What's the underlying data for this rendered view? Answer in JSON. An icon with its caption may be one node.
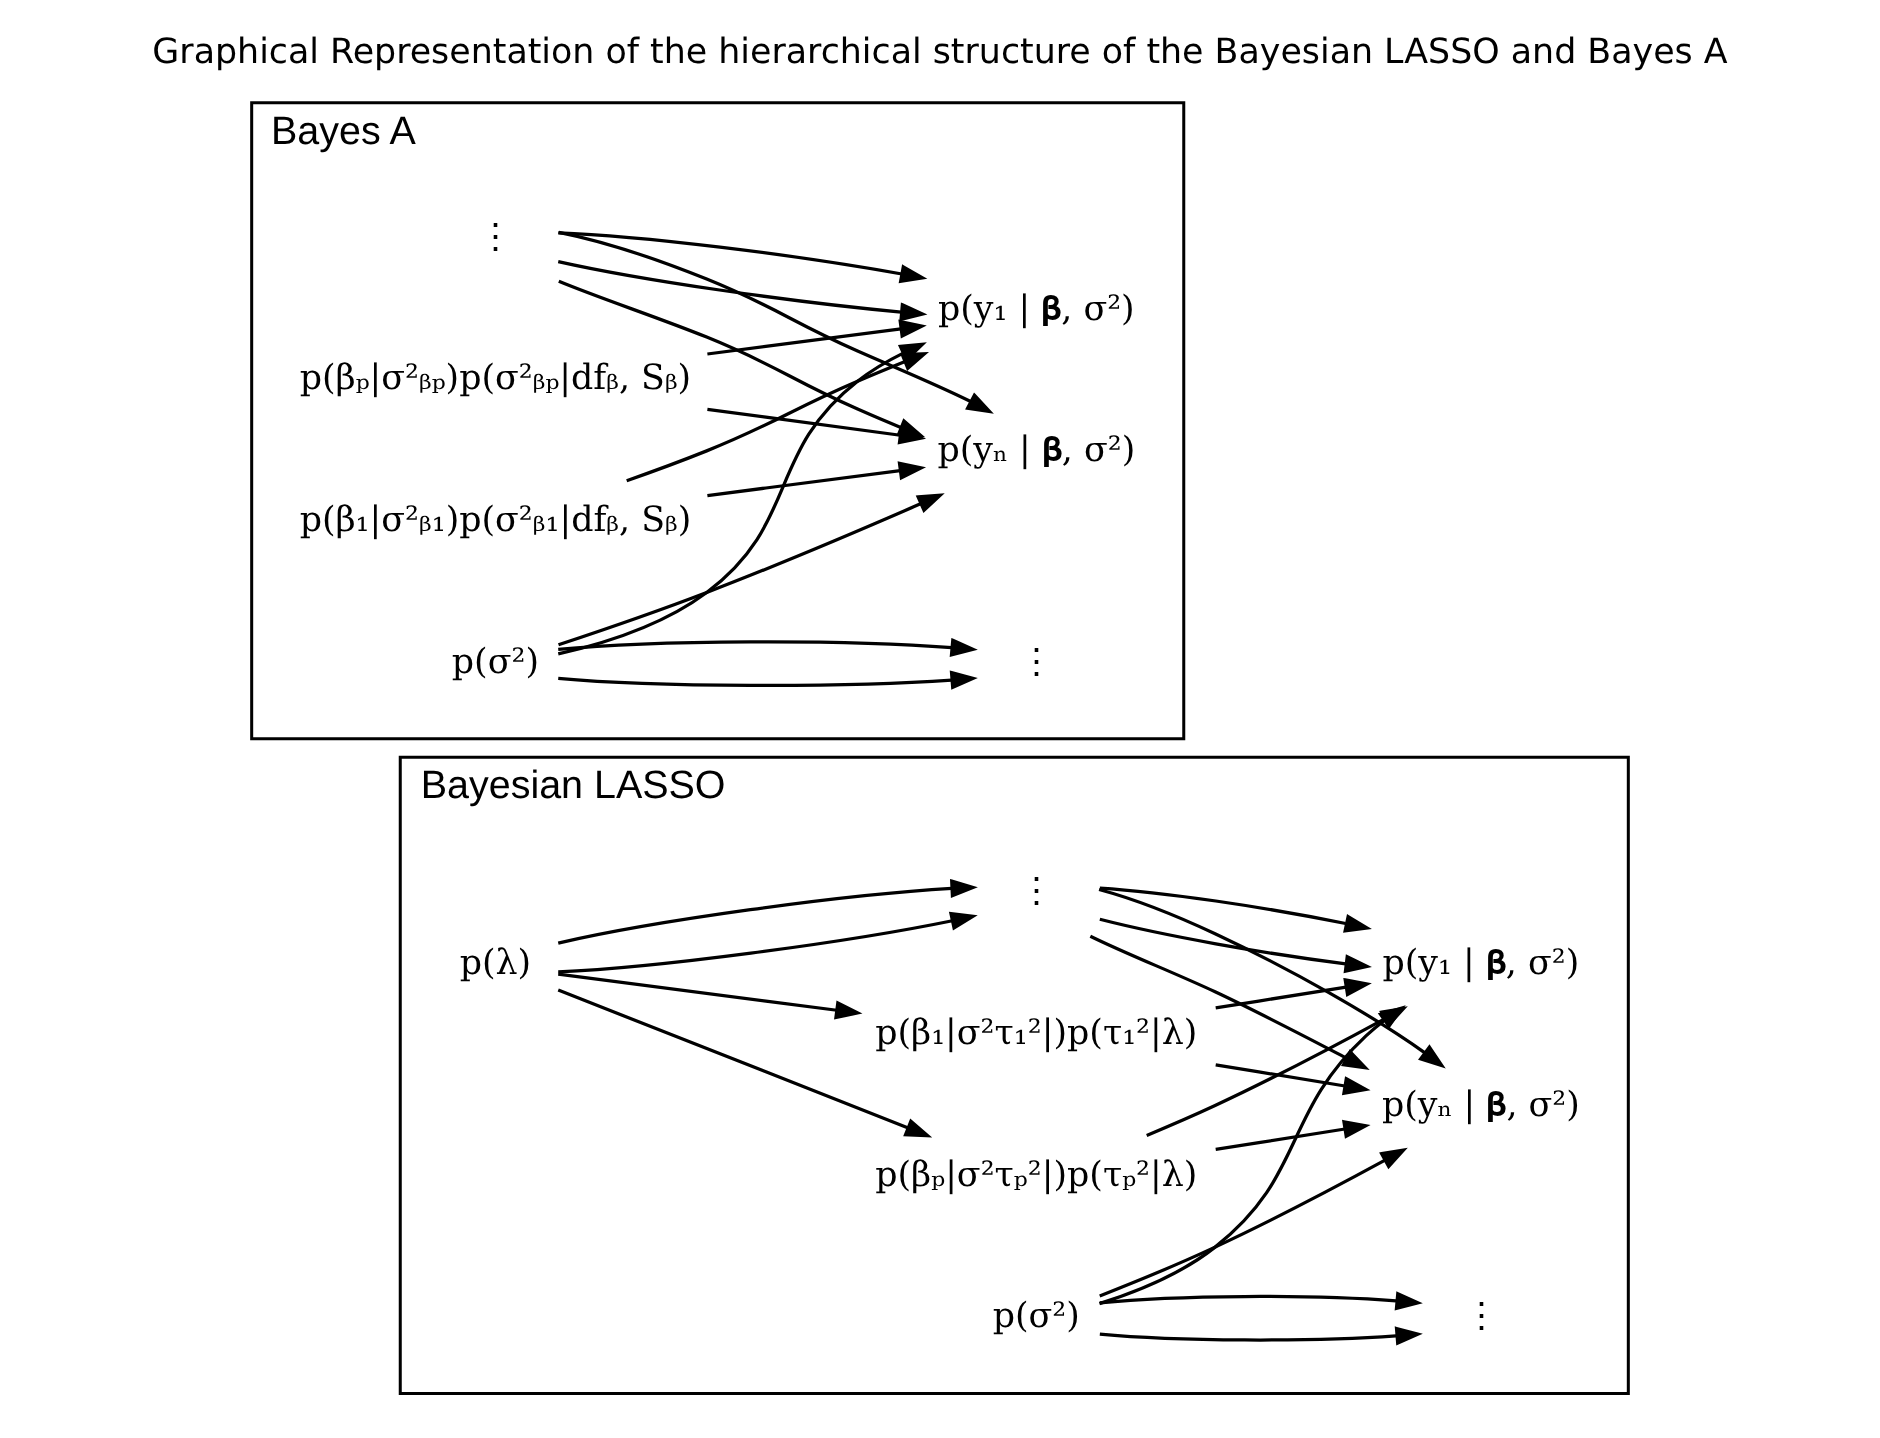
{
  "diagram": {
    "title": "Graphical Representation of the hierarchical structure of the Bayesian LASSO and Bayes A",
    "nodes": [
      {
        "text": [
          "Bayesian LASSO"
        ]
      },
      {
        "text": [
          "p(λ)"
        ],
        "in": 0
      },
      {
        "text": [
          "p(β₁|σ²τ₁²|)p(τ₁²|λ)"
        ],
        "in": 0
      },
      {
        "text": [
          "⋮"
        ],
        "in": 0
      },
      {
        "text": [
          "p(βₚ|σ²τₚ²|)p(τₚ²|λ)"
        ],
        "in": 0
      },
      {
        "text": [
          "p(y₁ | 𝛃, σ²)"
        ],
        "in": 0
      },
      {
        "text": [
          "⋮"
        ],
        "in": 0
      },
      {
        "text": [
          "p(yₙ | 𝛃, σ²)"
        ],
        "in": 0
      },
      {
        "text": [
          "p(σ²)"
        ],
        "in": 0
      },
      {
        "text": [
          "Bayes A"
        ]
      },
      {
        "text": [
          "p(β₁|σ²ᵦ₁)p(σ²ᵦ₁|dfᵦ, Sᵦ)"
        ],
        "in": 9
      },
      {
        "text": [
          "⋮"
        ],
        "in": 9
      },
      {
        "text": [
          "p(βₚ|σ²ᵦₚ)p(σ²ᵦₚ|dfᵦ, Sᵦ)"
        ],
        "in": 9
      },
      {
        "text": [
          "p(y₁ | 𝛃, σ²)"
        ],
        "in": 9
      },
      {
        "text": [
          "⋮"
        ],
        "in": 9
      },
      {
        "text": [
          "p(yₙ | 𝛃, σ²)"
        ],
        "in": 9
      },
      {
        "text": [
          "p(σ²)"
        ],
        "in": 9
      }
    ],
    "edges": [
      {
        "from": 1,
        "to": 2,
        "arrow": "to"
      },
      {
        "from": 1,
        "to": 3,
        "arrow": "to"
      },
      {
        "from": 1,
        "to": 3,
        "arrow": "to"
      },
      {
        "from": 1,
        "to": 4,
        "arrow": "to"
      },
      {
        "from": 2,
        "to": 5,
        "arrow": "to"
      },
      {
        "from": 2,
        "to": 7,
        "arrow": "to"
      },
      {
        "from": 3,
        "to": 5,
        "arrow": "to"
      },
      {
        "from": 3,
        "to": 7,
        "arrow": "to"
      },
      {
        "from": 3,
        "to": 5,
        "arrow": "to"
      },
      {
        "from": 3,
        "to": 7,
        "arrow": "to"
      },
      {
        "from": 4,
        "to": 5,
        "arrow": "to"
      },
      {
        "from": 4,
        "to": 7,
        "arrow": "to"
      },
      {
        "from": 8,
        "to": 5,
        "arrow": "to"
      },
      {
        "from": 8,
        "to": 6,
        "arrow": "to"
      },
      {
        "from": 8,
        "to": 6,
        "arrow": "to"
      },
      {
        "from": 8,
        "to": 7,
        "arrow": "to"
      },
      {
        "from": 10,
        "to": 13,
        "arrow": "to"
      },
      {
        "from": 10,
        "to": 15,
        "arrow": "to"
      },
      {
        "from": 11,
        "to": 13,
        "arrow": "to"
      },
      {
        "from": 11,
        "to": 15,
        "arrow": "to"
      },
      {
        "from": 11,
        "to": 13,
        "arrow": "to"
      },
      {
        "from": 11,
        "to": 15,
        "arrow": "to"
      },
      {
        "from": 12,
        "to": 13,
        "arrow": "to"
      },
      {
        "from": 12,
        "to": 15,
        "arrow": "to"
      },
      {
        "from": 16,
        "to": 13,
        "arrow": "to"
      },
      {
        "from": 16,
        "to": 14,
        "arrow": "to"
      },
      {
        "from": 16,
        "to": 14,
        "arrow": "to"
      },
      {
        "from": 16,
        "to": 15,
        "arrow": "to"
      }
    ]
  }
}
